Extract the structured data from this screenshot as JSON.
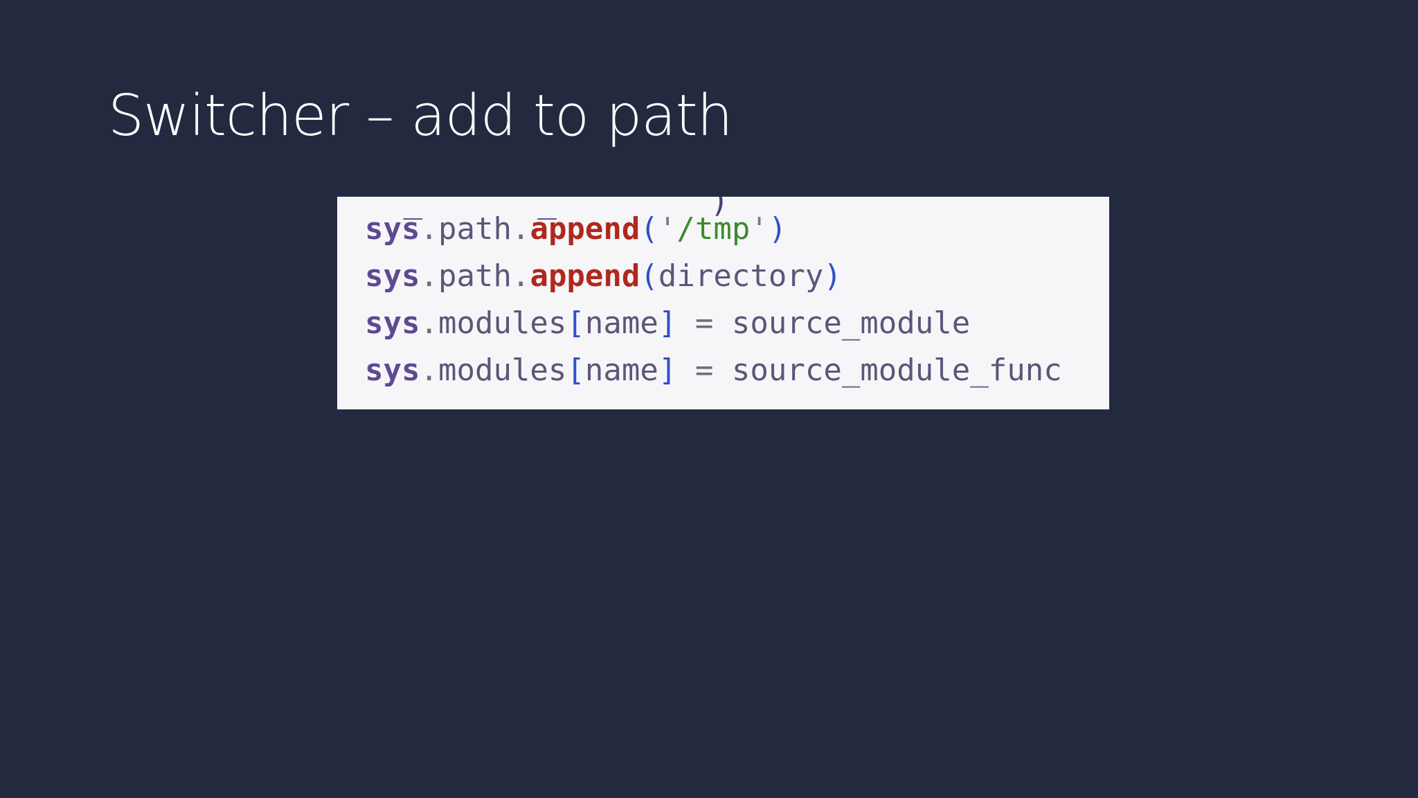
{
  "slide": {
    "title": "Switcher – add to path"
  },
  "code": {
    "cutoff_fragment": "  _      _        )",
    "lines": [
      {
        "tokens": [
          {
            "text": "sys",
            "kind": "sys"
          },
          {
            "text": ".",
            "kind": "dot"
          },
          {
            "text": "path",
            "kind": "attr"
          },
          {
            "text": ".",
            "kind": "dot"
          },
          {
            "text": "append",
            "kind": "method"
          },
          {
            "text": "(",
            "kind": "paren"
          },
          {
            "text": "'",
            "kind": "quote"
          },
          {
            "text": "/tmp",
            "kind": "str"
          },
          {
            "text": "'",
            "kind": "quote"
          },
          {
            "text": ")",
            "kind": "paren"
          }
        ]
      },
      {
        "tokens": [
          {
            "text": "sys",
            "kind": "sys"
          },
          {
            "text": ".",
            "kind": "dot"
          },
          {
            "text": "path",
            "kind": "attr"
          },
          {
            "text": ".",
            "kind": "dot"
          },
          {
            "text": "append",
            "kind": "method"
          },
          {
            "text": "(",
            "kind": "paren"
          },
          {
            "text": "directory",
            "kind": "ident"
          },
          {
            "text": ")",
            "kind": "paren"
          }
        ]
      },
      {
        "tokens": [
          {
            "text": "sys",
            "kind": "sys"
          },
          {
            "text": ".",
            "kind": "dot"
          },
          {
            "text": "modules",
            "kind": "attr"
          },
          {
            "text": "[",
            "kind": "bracket"
          },
          {
            "text": "name",
            "kind": "name"
          },
          {
            "text": "]",
            "kind": "bracket"
          },
          {
            "text": " = ",
            "kind": "op"
          },
          {
            "text": "source_module",
            "kind": "ident"
          }
        ]
      },
      {
        "tokens": [
          {
            "text": "sys",
            "kind": "sys"
          },
          {
            "text": ".",
            "kind": "dot"
          },
          {
            "text": "modules",
            "kind": "attr"
          },
          {
            "text": "[",
            "kind": "bracket"
          },
          {
            "text": "name",
            "kind": "name"
          },
          {
            "text": "]",
            "kind": "bracket"
          },
          {
            "text": " = ",
            "kind": "op"
          },
          {
            "text": "source_module_func",
            "kind": "ident"
          }
        ]
      }
    ]
  },
  "colors": {
    "background": "#232a3f",
    "code_background": "#f6f6f9",
    "keyword": "#5d4a93",
    "method": "#b0281c",
    "string": "#3c8a2c",
    "bracket": "#3150c9"
  }
}
